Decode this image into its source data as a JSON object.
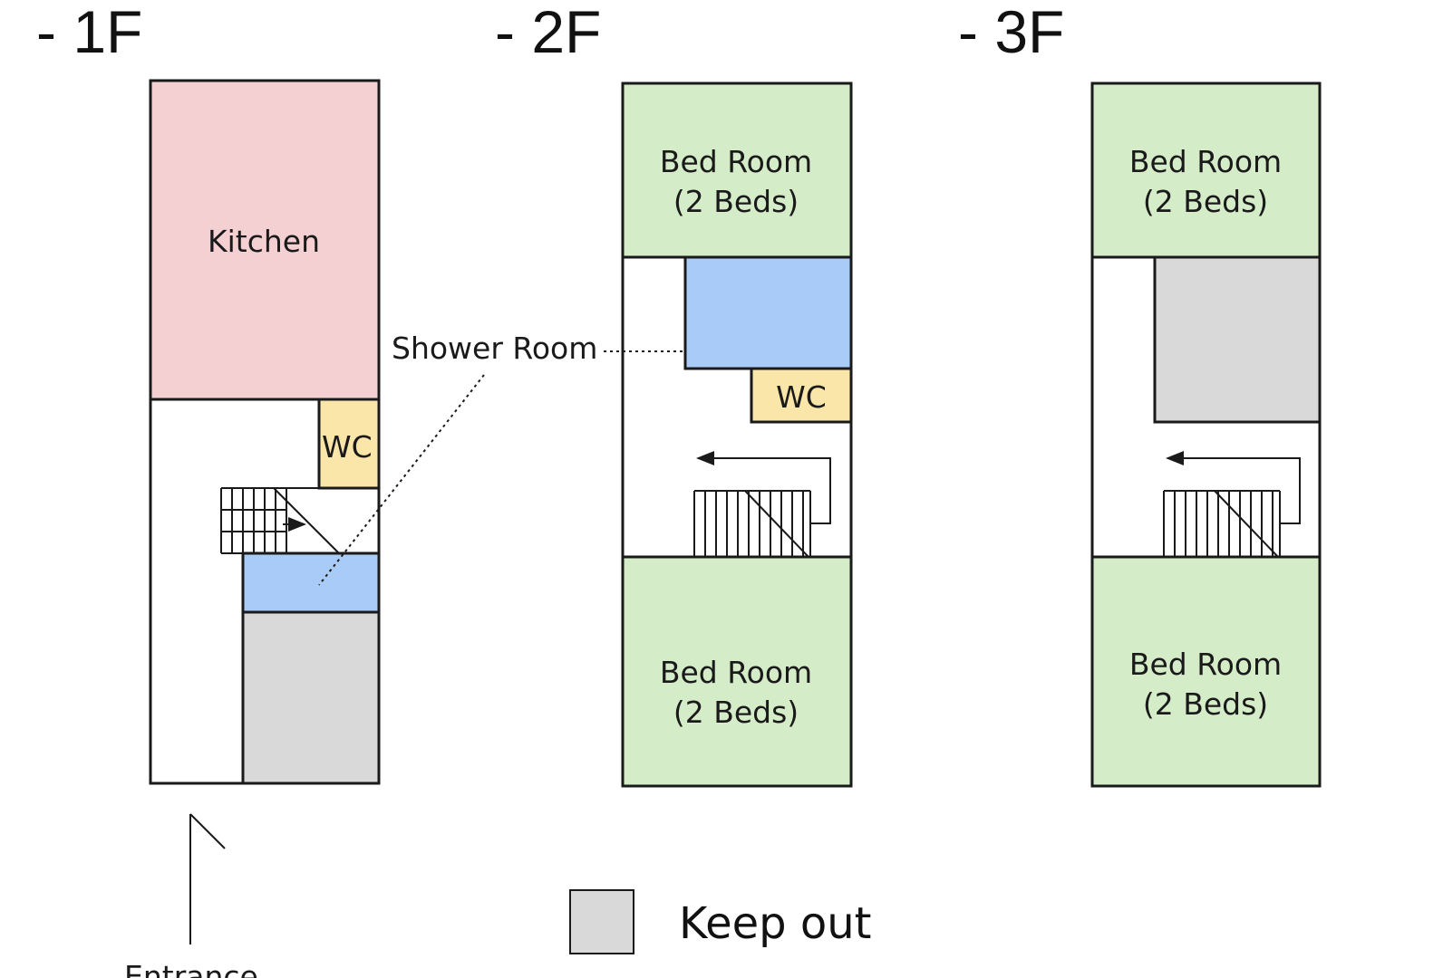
{
  "colors": {
    "kitchen": "#f5d0d3",
    "bedroom": "#d5ecc8",
    "shower": "#a9cbf7",
    "wc": "#fbe6a9",
    "keep_out": "#d9d9d9",
    "line": "#1a1a1a"
  },
  "floors": {
    "f1": {
      "title": "- 1F",
      "kitchen": "Kitchen",
      "wc": "WC",
      "entrance": "Entrance"
    },
    "f2": {
      "title": "- 2F",
      "bed_top": [
        "Bed Room",
        "(2 Beds)"
      ],
      "bed_bottom": [
        "Bed Room",
        "(2 Beds)"
      ],
      "wc": "WC"
    },
    "f3": {
      "title": "- 3F",
      "bed_top": [
        "Bed Room",
        "(2 Beds)"
      ],
      "bed_bottom": [
        "Bed Room",
        "(2 Beds)"
      ]
    }
  },
  "shower_room_label": "Shower Room",
  "legend": {
    "keep_out_label": "Keep out"
  },
  "icons": [
    "stairs-icon",
    "entrance-arrow-icon"
  ]
}
